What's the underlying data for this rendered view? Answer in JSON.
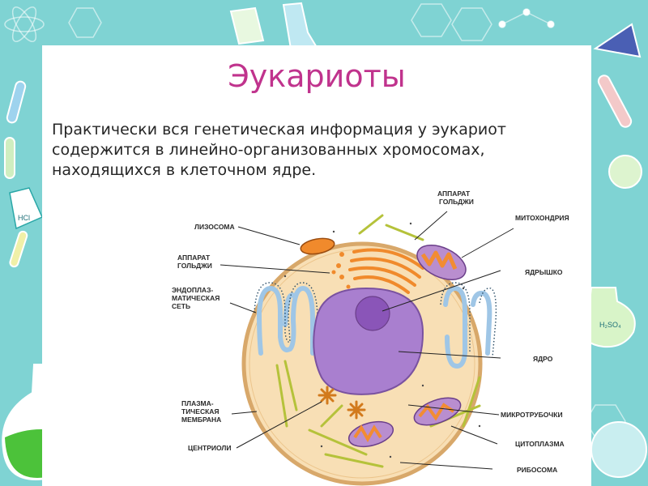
{
  "slide": {
    "title": "Эукариоты",
    "text": "Практически вся генетическая информация у эукариот содержится в линейно-организованных хромосомах, находящихся в клеточном ядре."
  },
  "diagram": {
    "labels": {
      "lysosome": "ЛИЗОСОМА",
      "golgi_left_1": "АППАРАТ",
      "golgi_left_2": "ГОЛЬДЖИ",
      "er_1": "ЭНДОПЛАЗ-",
      "er_2": "МАТИЧЕСКАЯ",
      "er_3": "СЕТЬ",
      "plasma_1": "ПЛАЗМА-",
      "plasma_2": "ТИЧЕСКАЯ",
      "plasma_3": "МЕМБРАНА",
      "centrioles": "ЦЕНТРИОЛИ",
      "golgi_top_1": "АППАРАТ",
      "golgi_top_2": "ГОЛЬДЖИ",
      "mitochondria": "МИТОХОНДРИЯ",
      "nucleolus": "ЯДРЫШКО",
      "nucleus": "ЯДРО",
      "microtubules": "МИКРОТРУБОЧКИ",
      "cytoplasm": "ЦИТОПЛАЗМА",
      "ribosome": "РИБОСОМА"
    }
  },
  "decor": {
    "flask_left_label": "HCl",
    "flask_right_label": "H₂SO₄"
  },
  "colors": {
    "title": "#c0338d",
    "background": "#7fd3d3",
    "cytoplasm": "#f8dfb5",
    "nucleus": "#a97fcf",
    "nucleolus": "#8a55b8",
    "golgi": "#f08a2c",
    "mitochondria_inner": "#f28c33",
    "mitochondria_outer": "#b98ecf",
    "er": "#9fc6e6",
    "microtubules": "#b5c23a"
  }
}
